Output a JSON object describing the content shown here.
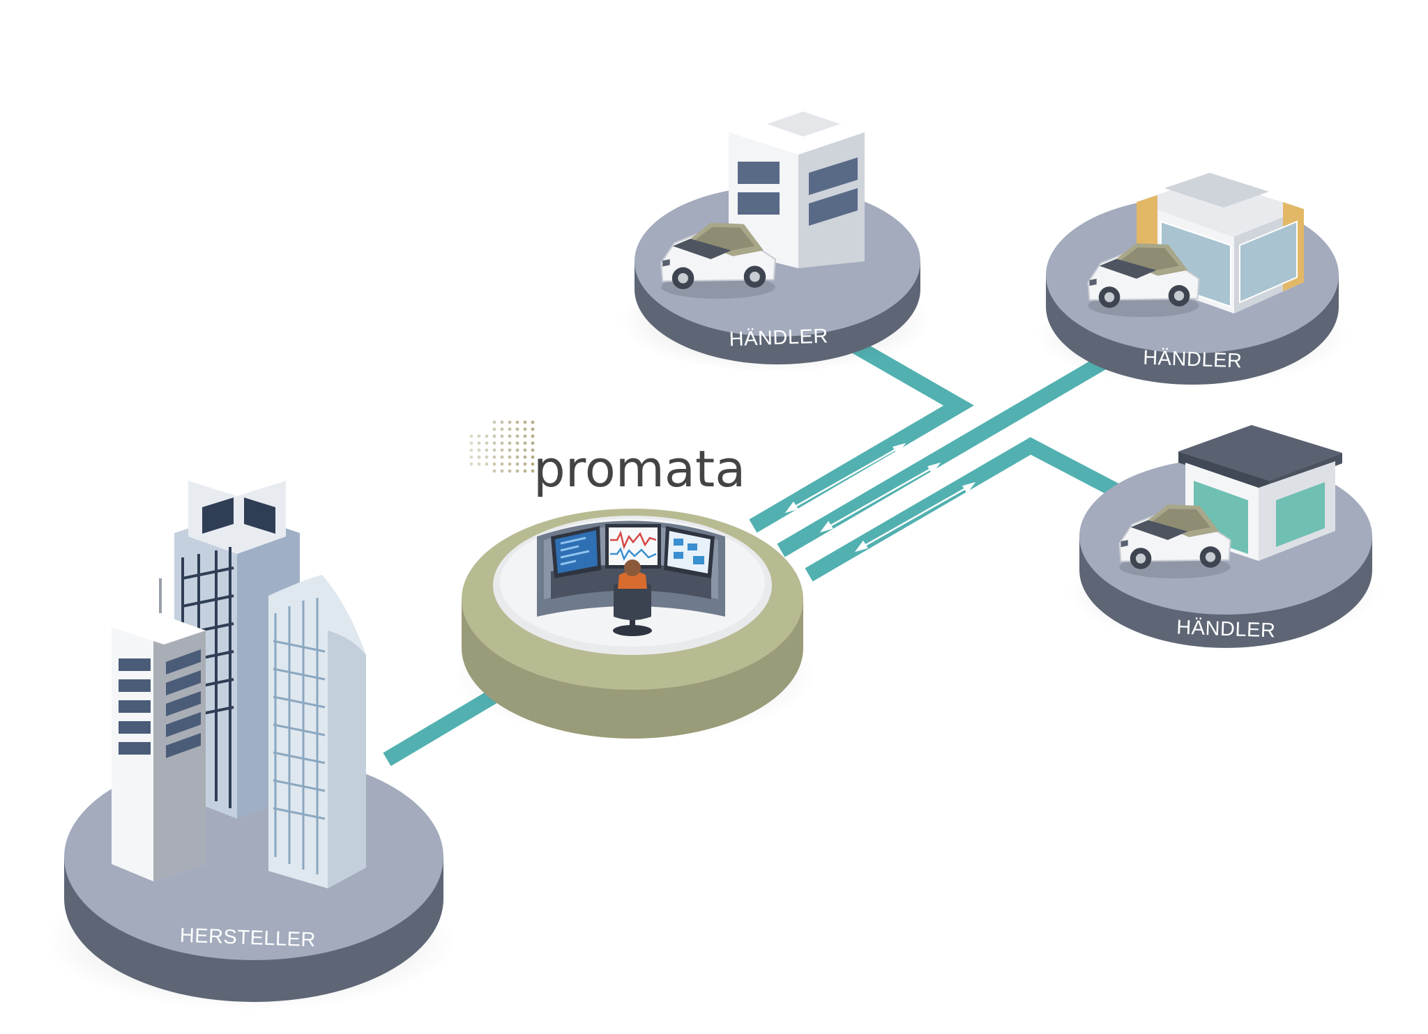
{
  "logo": {
    "text": "promata",
    "icon": "dot-grid-icon",
    "accent": "#b5ad8a"
  },
  "labels": {
    "dealer_top": "HÄNDLER",
    "dealer_right_top": "HÄNDLER",
    "dealer_right_bottom": "HÄNDLER",
    "manufacturer": "HERSTELLER"
  },
  "colors": {
    "connector": "#52b0b0",
    "platform_top": "#a3abbd",
    "platform_side": "#5e6675",
    "hub_ring": "#a8ab82",
    "hub_top": "#e8e9eb"
  }
}
